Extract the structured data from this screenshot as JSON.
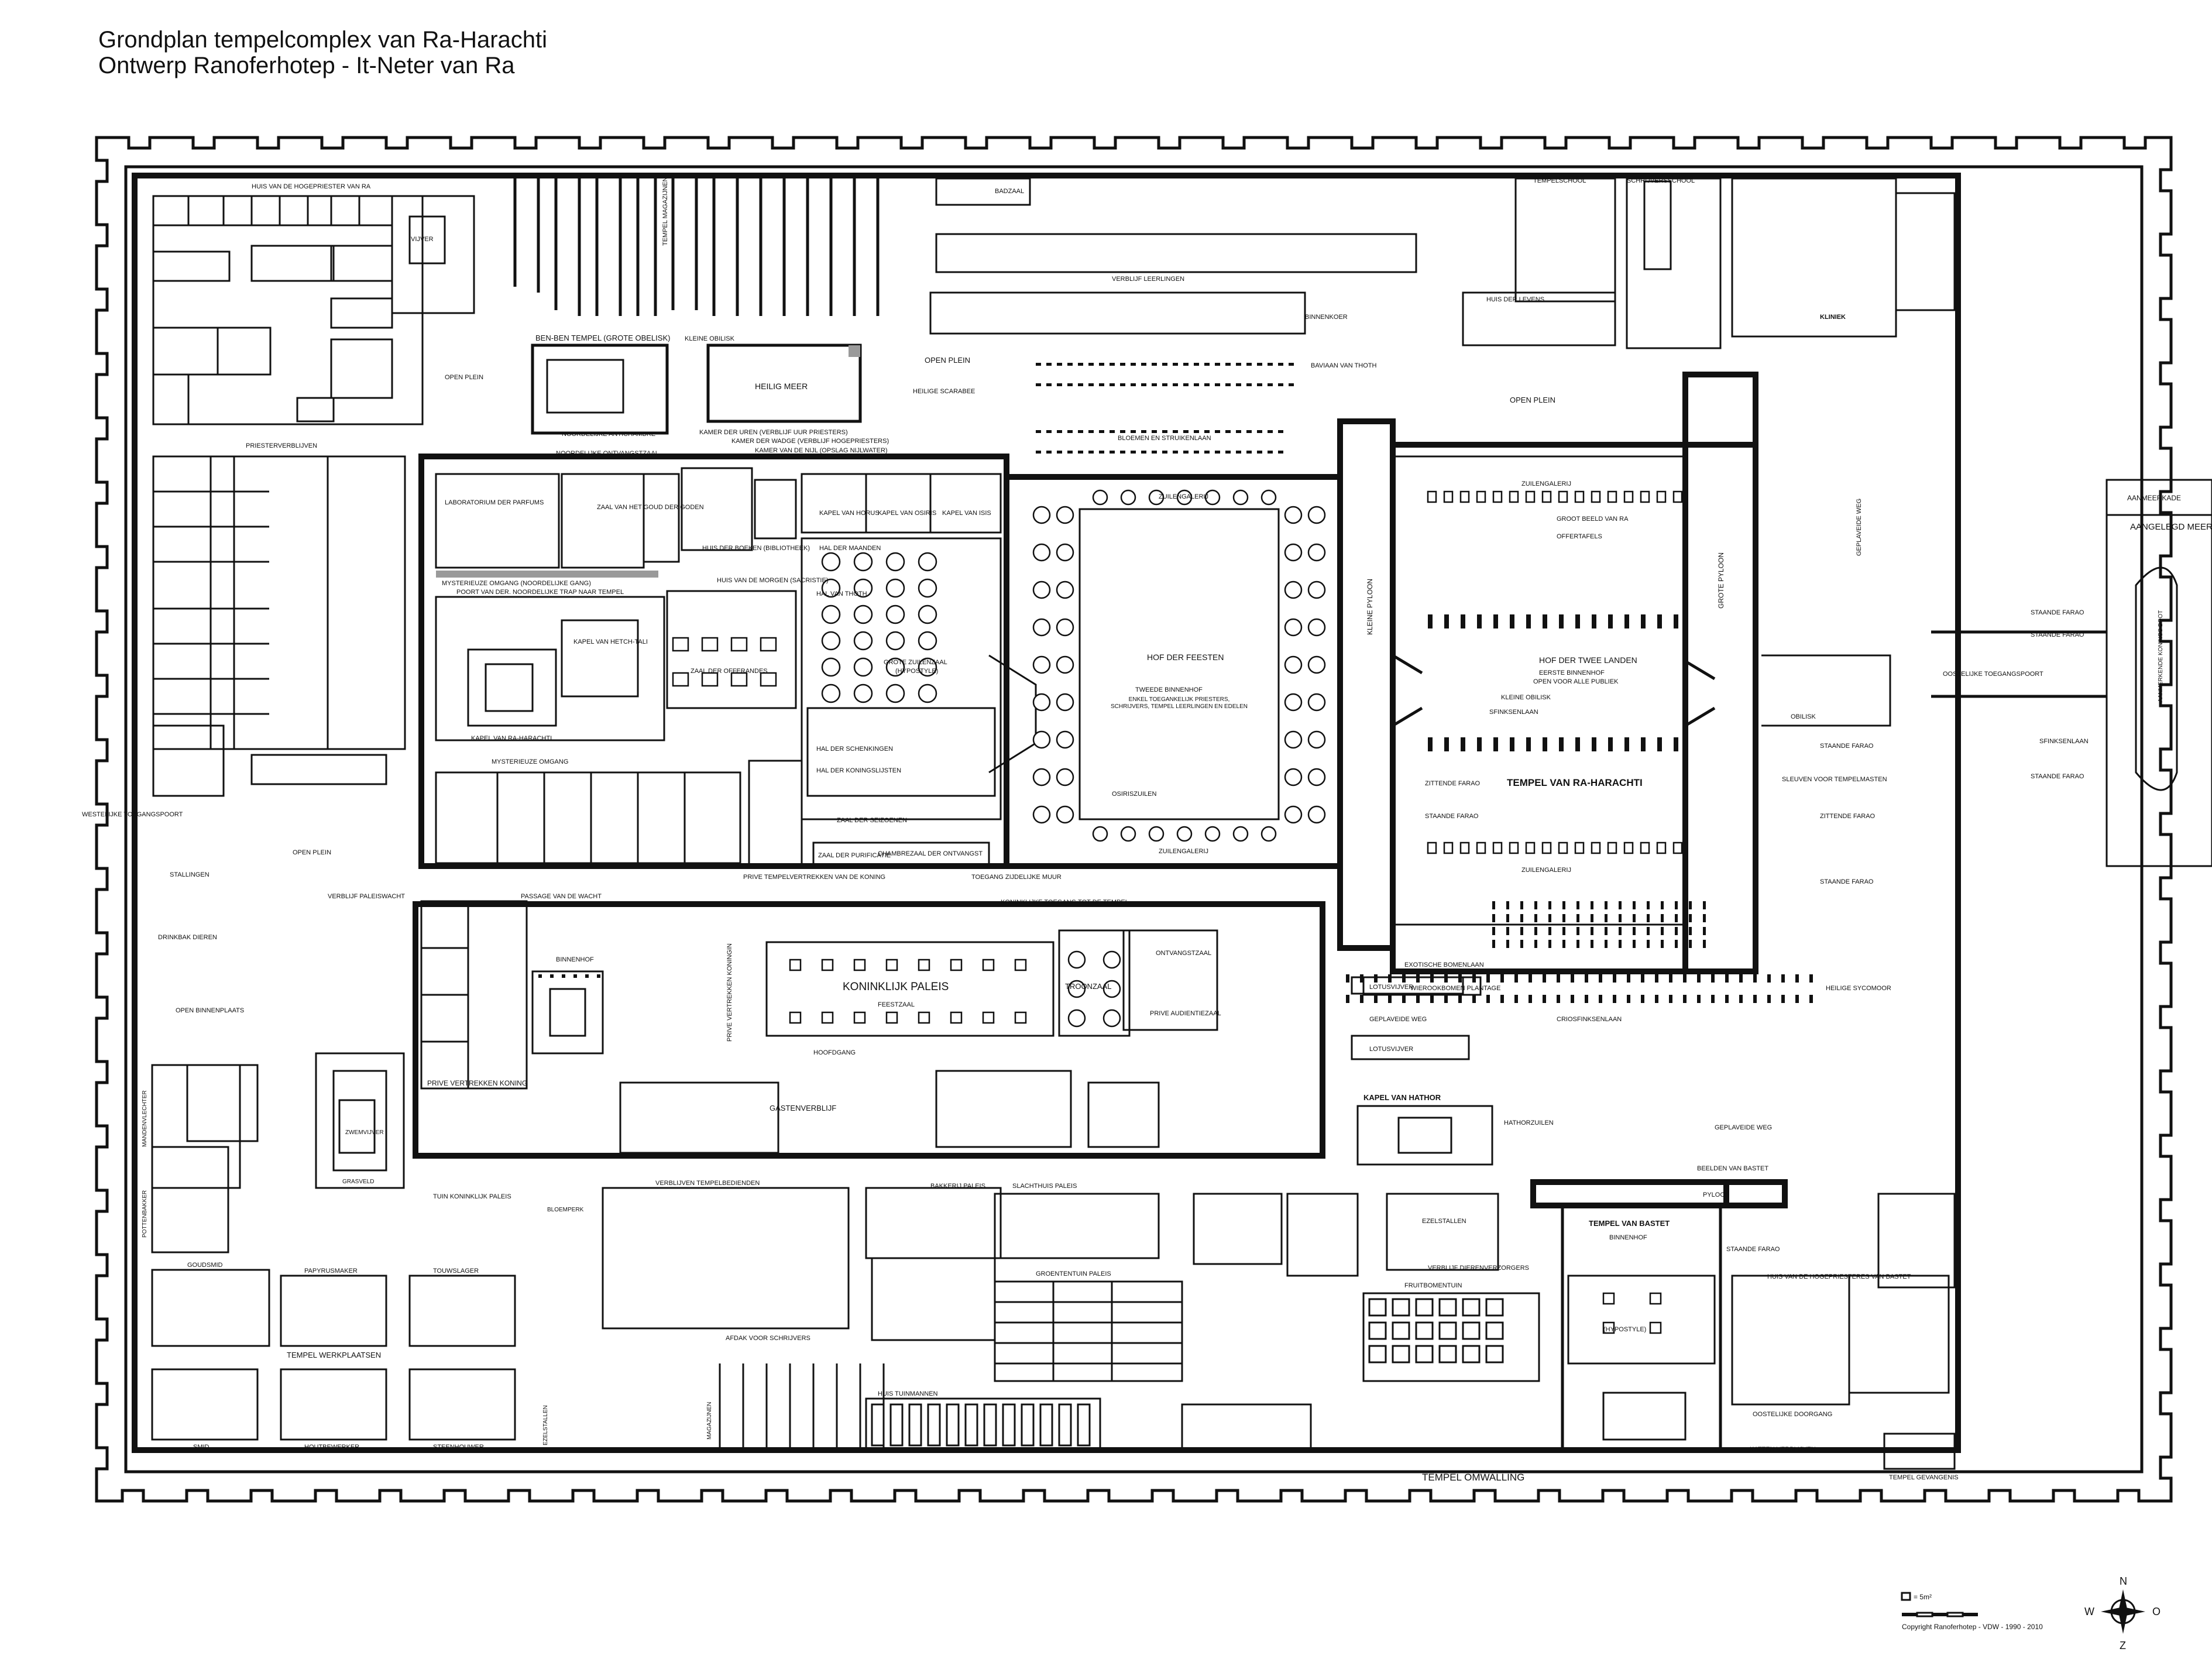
{
  "header": {
    "title": "Grondplan tempelcomplex van Ra-Harachti",
    "subtitle": "Ontwerp Ranoferhotep - It-Neter van Ra"
  },
  "labels": {
    "huis_hogepriester_ra": "HUIS VAN DE HOGEPRIESTER VAN RA",
    "badzaal": "BADZAAL",
    "tempelschool": "TEMPELSCHOOL",
    "schrijversschool": "SCHRIJVERSSCHOOL",
    "vijver": "VIJVER",
    "verblijf_leerlingen": "VERBLIJF LEERLINGEN",
    "tempel_magazijnen": "TEMPEL MAGAZIJNEN",
    "binnenkoer": "BINNENKOER",
    "ben_ben_tempel": "BEN-BEN TEMPEL (GROTE OBELISK)",
    "kleine_obelisk": "KLEINE OBILISK",
    "heilig_meer": "HEILIG MEER",
    "open_plein": "OPEN PLEIN",
    "heilige_scarabee": "HEILIGE SCARABEE",
    "baviaan_thoth": "BAVIAAN VAN THOTH",
    "bloemen_struikenlaan": "BLOEMEN EN STRUIKENLAAN",
    "huis_der_levens": "HUIS DER LEVENS",
    "kliniek": "KLINIEK",
    "priesterverblijven": "PRIESTERVERBLIJVEN",
    "noordelijke_antichambre": "NOORDELIJKE ANTICHAMBRE",
    "noordelijke_ontvangstzaal": "NOORDELIJKE ONTVANGSTZAAL",
    "kamer_der_uren": "KAMER DER UREN (VERBLIJF UUR PRIESTERS)",
    "kamer_der_wadge": "KAMER DER WADGE (VERBLIJF HOGEPRIESTERS)",
    "kamer_van_de_nijl": "KAMER VAN DE NIJL (OPSLAG NIJLWATER)",
    "laboratorium": "LABORATORIUM DER PARFUMS",
    "zaal_van_het_goud": "ZAAL VAN HET GOUD DER GODEN",
    "kapel_van_horus": "KAPEL VAN HORUS",
    "kapel_van_osiris": "KAPEL VAN OSIRIS",
    "kapel_van_isis": "KAPEL VAN ISIS",
    "zuilengalerij": "ZUILENGALERIJ",
    "hof_der_feesten": "HOF DER FEESTEN",
    "tweede_binnenhof": "TWEEDE BINNENHOF",
    "tweede_binnenhof_note": "ENKEL TOEGANKELIJK PRIESTERS, SCHRIJVERS, TEMPEL LEERLINGEN EN EDELEN",
    "kleine_pyloon": "KLEINE PYLOON",
    "grote_pyloon": "GROTE PYLOON",
    "hof_der_twee_landen": "HOF DER TWEE LANDEN",
    "eerste_binnenhof": "EERSTE BINNENHOF",
    "eerste_binnenhof_note": "OPEN VOOR ALLE PUBLIEK",
    "groot_beeld_ra": "GROOT BEELD VAN RA",
    "offertafels": "OFFERTAFELS",
    "aanmeerkade": "AANMEERKADE",
    "aangelegd_meer": "AANGELEGD MEER",
    "staande_farao": "STAANDE FARAO",
    "zittende_farao": "ZITTENDE FARAO",
    "obilisk": "OBILISK",
    "sfinksenlaan": "SFINKSENLAAN",
    "tempel_van_ra": "TEMPEL VAN RA-HARACHTI",
    "sleuven_tempelmasten": "SLEUVEN VOOR TEMPELMASTEN",
    "oostelijke_toegangspoort": "OOSTELIJKE TOEGANGSPOORT",
    "aanmerkende_konings_boot": "AANMERKENDE KONINGS BOOT",
    "mysterieuze_omgang": "MYSTERIEUZE OMGANG (NOORDELIJKE GANG)",
    "poort_van_der": "POORT VAN DER. NOORDELIJKE TRAP NAAR TEMPEL",
    "kapel_van_hetch": "KAPEL VAN HETCH-TALI",
    "kapel_van_ra_harachti": "KAPEL VAN RA-HARACHTI",
    "zaal_der_offerandes": "ZAAL DER OFFERANDES",
    "grote_zuilenzaal": "GROTE ZUILENZAAL",
    "hypostyle": "(HYPOSTYLE)",
    "hal_van_thoth": "HAL VAN THOTH",
    "huis_der_boeken": "HUIS DER BOEKEN (BIBLIOTHEEK)",
    "huis_van_de_morgen": "HUIS VAN DE MORGEN (SACRISTIE)",
    "hal_der_maanden": "HAL DER MAANDEN",
    "hal_der_schenkingen": "HAL DER SCHENKINGEN",
    "hal_der_koningslijsten": "HAL DER KONINGSLIJSTEN",
    "zaal_der_seizoenen": "ZAAL DER SEIZOENEN",
    "osiriszuilen": "OSIRISZUILEN",
    "mysterieuze_omgang_kort": "MYSTERIEUZE OMGANG",
    "zaal_der_purificatie": "ZAAL DER PURIFICATIE",
    "chambre": "CHAMBRE",
    "zaal_der_ontvangst": "ZAAL DER ONTVANGST",
    "prive_tempelvertrekken": "PRIVE TEMPELVERTREKKEN VAN DE KONING",
    "toegang_zijdelijke_muur": "TOEGANG ZIJDELIJKE MUUR",
    "westelijke_toegangspoort": "WESTELIJKE TOEGANGSPOORT",
    "stallingen": "STALLINGEN",
    "drinkbak_dieren": "DRINKBAK DIEREN",
    "verblijf_paleiswacht": "VERBLIJF PALEISWACHT",
    "passage_van_de_wacht": "PASSAGE VAN DE WACHT",
    "koninklijke_toegang": "KONINKLIJKE TOEGANG TOT DE TEMPEL",
    "koninklijk_paleis": "KONINKLIJK PALEIS",
    "feestzaal": "FEESTZAAL",
    "troonzaal": "TROONZAAL",
    "ontvangstzaal": "ONTVANGSTZAAL",
    "prive_audientiezaal": "PRIVE AUDIENTIEZAAL",
    "hoofdgang": "HOOFDGANG",
    "gastenverblijf": "GASTENVERBLIJF",
    "prive_vertrekken_koning": "PRIVE VERTREKKEN KONING",
    "prive_vertrekken_koningin": "PRIVE VERTREKKEN KONINGIN",
    "open_binnenplaats": "OPEN BINNENPLAATS",
    "binnenhof": "BINNENHOF",
    "zwemvijver": "ZWEMVIJVER",
    "grasveld": "GRASVELD",
    "tuin_koninklijk_paleis": "TUIN KONINKLIJK PALEIS",
    "bloemperk": "BLOEMPERK",
    "exotische_bomenlaan": "EXOTISCHE BOMENLAAN",
    "wierookbomen_plantage": "WIEROOKBOMEN PLANTAGE",
    "heilige_sycomoor": "HEILIGE SYCOMOOR",
    "lotusvijver": "LOTUSVIJVER",
    "geplaveide_weg": "GEPLAVEIDE WEG",
    "criosfinksenlaan": "CRIOSFINKSENLAAN",
    "kapel_van_hathor": "KAPEL VAN HATHOR",
    "hathorzuilen": "HATHORZUILEN",
    "beelden_van_bastet": "BEELDEN VAN BASTET",
    "pyloon": "PYLOON",
    "tempel_van_bastet": "TEMPEL VAN BASTET",
    "huis_hogepriesteres": "HUIS VAN DE HOGEPRIESTERES VAN BASTET",
    "oostelijke_doorgang": "OOSTELIJKE DOORGANG",
    "katten_verblijven": "KATTEN VERBLIJVEN",
    "tempel_gevangenis": "TEMPEL GEVANGENIS",
    "tempel_werkplaatsen": "TEMPEL WERKPLAATSEN",
    "goudsmid": "GOUDSMID",
    "papyrusmaker": "PAPYRUSMAKER",
    "touwslager": "TOUWSLAGER",
    "smid": "SMID",
    "houtbewerker": "HOUTBEWERKER",
    "steenhouwer": "STEENHOUWER",
    "mandenvlechter": "MANDENVLECHTER",
    "pottenbakker": "POTTENBAKKER",
    "verblijven_tempelbedienden": "VERBLIJVEN TEMPELBEDIENDEN",
    "afdak_voor_schrijvers": "AFDAK VOOR SCHRIJVERS",
    "groententuin_paleis": "GROENTENTUIN PALEIS",
    "huis_tuinmannen": "HUIS TUINMANNEN",
    "bakkerij_paleis": "BAKKERIJ PALEIS",
    "slachthuis_paleis": "SLACHTHUIS PALEIS",
    "vruchtentuin": "FRUITBOMENTUIN",
    "verblijf_dierenverzorgers": "VERBLIJF DIERENVERZORGERS",
    "ezelstallen": "EZELSTALLEN",
    "magazijnen": "MAGAZIJNEN",
    "ezelstallen_v": "EZELSTALLEN",
    "tempel_omwalling": "TEMPEL OMWALLING",
    "copyright": "Copyright Ranoferhotep - VDW - 1990 - 2010",
    "scale_note": "= 5m²",
    "north": "N",
    "south": "Z",
    "west": "W",
    "east": "O"
  },
  "icons": [
    "compass-rose-icon",
    "scale-bar-icon"
  ]
}
